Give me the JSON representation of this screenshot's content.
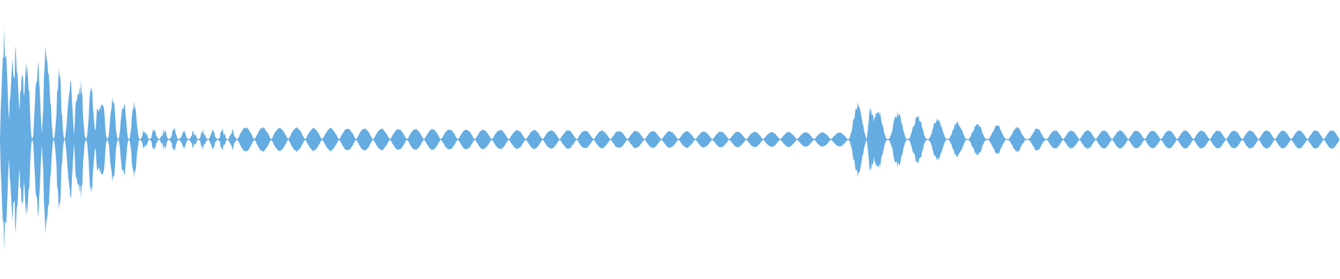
{
  "waveform": {
    "color": "#64ace2",
    "background": "#ffffff",
    "segments": [
      {
        "kind": "burst",
        "bursts": 13,
        "amplitude": 0.9,
        "decay": 0.92,
        "noise": 0.35
      },
      {
        "kind": "burst",
        "bursts": 10,
        "amplitude": 0.1,
        "decay": 0.99,
        "noise": 0.6
      },
      {
        "kind": "tone",
        "lobes": 36,
        "amplitude": 0.1,
        "decay": 0.985,
        "noise": 0.1
      },
      {
        "kind": "burst",
        "bursts": 10,
        "amplitude": 0.3,
        "decay": 0.88,
        "noise": 0.25
      },
      {
        "kind": "tone",
        "lobes": 18,
        "amplitude": 0.075,
        "decay": 1.0,
        "noise": 0.1
      }
    ]
  }
}
